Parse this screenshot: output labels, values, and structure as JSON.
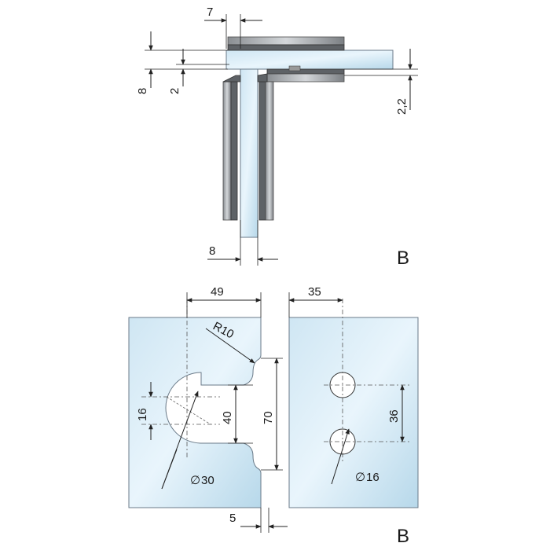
{
  "drawing": {
    "top_view": {
      "dims": {
        "top_width": "7",
        "left_outer": "8",
        "left_inner": "2",
        "right_offset": "2,2",
        "bottom_width": "8"
      },
      "view_label": "B"
    },
    "bottom_view": {
      "dims": {
        "width_49": "49",
        "radius": "R10",
        "slot_16": "16",
        "cutout_40": "40",
        "height_70": "70",
        "diameter_30": "30",
        "gap_5": "5",
        "offset_35": "35",
        "spacing_36": "36",
        "diameter_16": "16",
        "diameter_symbol": "∅"
      },
      "view_label": "B"
    }
  },
  "colors": {
    "glass_light": "#e8f4fb",
    "glass_mid": "#bcdcec",
    "metal_light": "#c9ccd0",
    "metal_dark": "#6d7276"
  }
}
